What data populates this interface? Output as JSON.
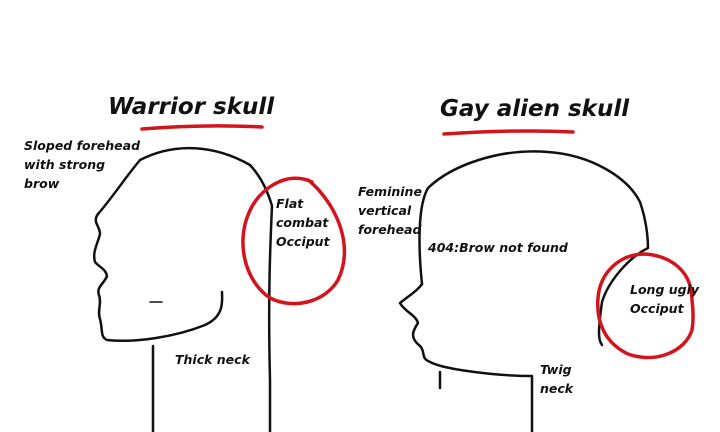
{
  "panels": [
    {
      "title": "Warrior skull",
      "annotations": {
        "forehead": [
          "Sloped forehead",
          "with strong",
          "brow"
        ],
        "occiput": [
          "Flat",
          "combat",
          "Occiput"
        ],
        "neck": "Thick neck"
      }
    },
    {
      "title": "Gay alien skull",
      "annotations": {
        "forehead": [
          "Feminine",
          "vertical",
          "forehead"
        ],
        "brow": "404:Brow not found",
        "occiput": [
          "Long ugly",
          "Occiput"
        ],
        "neck": [
          "Twig",
          "neck"
        ]
      }
    }
  ],
  "colors": {
    "ink": "#111111",
    "highlight": "#d4141c",
    "background": "#ffffff"
  }
}
